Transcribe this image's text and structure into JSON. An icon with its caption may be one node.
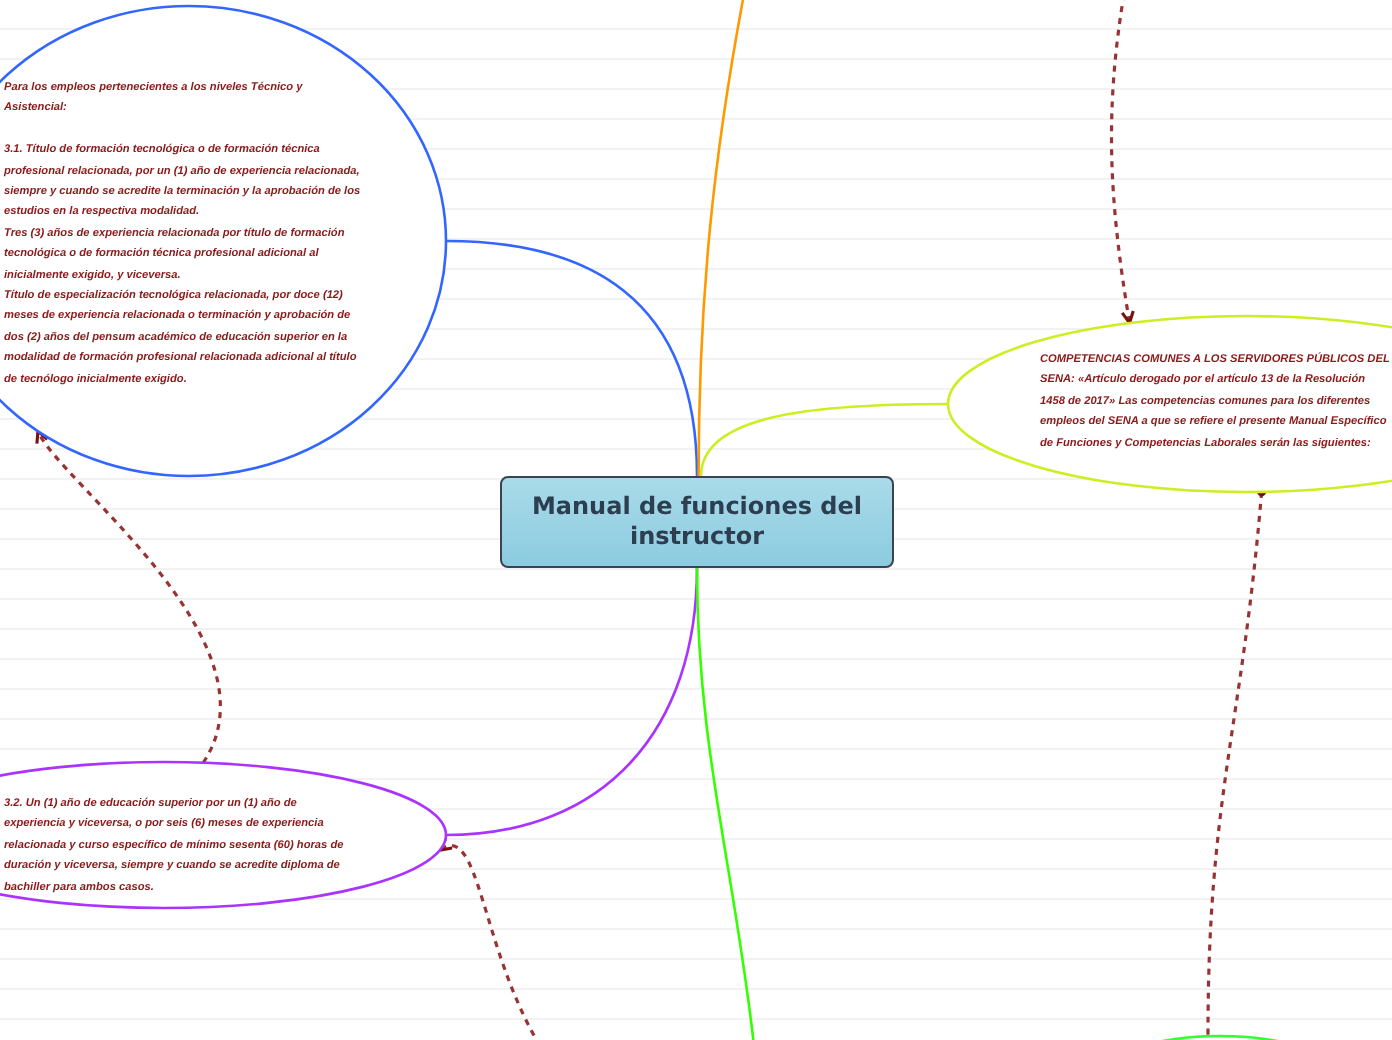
{
  "diagram": {
    "nodes": [
      {
        "text": [
          "Manual de funciones del instructor"
        ]
      },
      {
        "text": [
          "Para los empleos pertenecientes a los niveles Técnico y Asistencial:",
          "3.1. Título de formación tecnológica o de formación técnica profesional relacionada, por un (1) año de experiencia relacionada, siempre y cuando se acredite la terminación y la aprobación de los estudios en la respectiva modalidad.",
          "Tres (3) años de experiencia relacionada por título de formación tecnológica o de formación técnica profesional adicional al inicialmente exigido, y viceversa.",
          "Título de especialización tecnológica relacionada, por doce (12) meses de experiencia relacionada o terminación y aprobación de dos (2) años del pensum académico de educación superior en la modalidad de formación profesional relacionada adicional al título de tecnólogo inicialmente exigido."
        ]
      },
      {
        "text": [
          "COMPETENCIAS COMUNES A LOS SERVIDORES PÚBLICOS DEL SENA: «Artículo derogado por el artículo 13 de la Resolución 1458 de 2017» Las competencias comunes para los diferentes empleos del SENA a que se refiere el presente Manual Específico de Funciones y Competencias Laborales serán las siguientes:"
        ]
      },
      {
        "text": [
          "3.2. Un (1) año de educación superior por un (1) año de experiencia y viceversa, o por seis (6) meses de experiencia relacionada y curso específico de mínimo sesenta (60) horas de duración y viceversa, siempre y cuando se acredite diploma de bachiller para ambos casos."
        ]
      },
      {
        "text": [],
        "shape": "ellipse"
      }
    ],
    "edges": [
      {
        "from": 0,
        "to": 1,
        "arrow": "none",
        "color": "#3366ff"
      },
      {
        "from": 0,
        "to": null,
        "arrow": "none",
        "color": "#ff9900"
      },
      {
        "from": 0,
        "to": 2,
        "arrow": "none",
        "color": "#ccee22"
      },
      {
        "from": 0,
        "to": 3,
        "arrow": "none",
        "color": "#aa33ff"
      },
      {
        "from": 0,
        "to": null,
        "arrow": "none",
        "color": "#33ff00"
      },
      {
        "from": null,
        "to": 2,
        "arrow": "to",
        "style": "dashed",
        "color": "#993333"
      },
      {
        "from": 3,
        "to": 1,
        "arrow": "to",
        "style": "dashed",
        "color": "#993333"
      },
      {
        "from": 2,
        "to": 4,
        "arrow": "other",
        "style": "dashed",
        "color": "#993333"
      },
      {
        "from": null,
        "to": 3,
        "arrow": "to",
        "style": "dashed",
        "color": "#993333"
      }
    ]
  }
}
